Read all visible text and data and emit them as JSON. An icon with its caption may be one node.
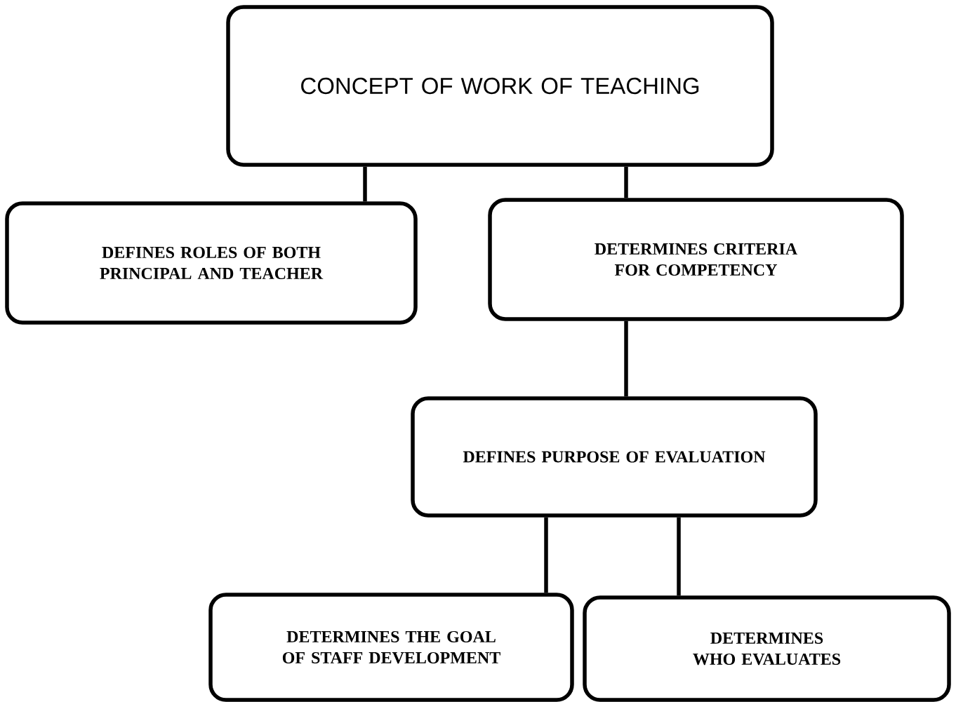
{
  "diagram": {
    "nodes": [
      {
        "text": [
          "CONCEPT OF WORK OF TEACHING"
        ]
      },
      {
        "text": [
          "DEFINES ROLES OF BOTH PRINCIPAL AND TEACHER"
        ]
      },
      {
        "text": [
          "DETERMINES CRITERIA FOR COMPETENCY"
        ]
      },
      {
        "text": [
          "DEFINES PURPOSE OF EVALUATION"
        ]
      },
      {
        "text": [
          "DETERMINES THE GOAL OF STAFF DEVELOPMENT"
        ]
      },
      {
        "text": [
          "DETERMINES WHO EVALUATES"
        ]
      }
    ],
    "edges": [
      {
        "from": 0,
        "to": 1,
        "arrow": "none"
      },
      {
        "from": 0,
        "to": 2,
        "arrow": "none"
      },
      {
        "from": 2,
        "to": 3,
        "arrow": "none"
      },
      {
        "from": 3,
        "to": 4,
        "arrow": "none"
      },
      {
        "from": 3,
        "to": 5,
        "arrow": "none"
      }
    ]
  }
}
